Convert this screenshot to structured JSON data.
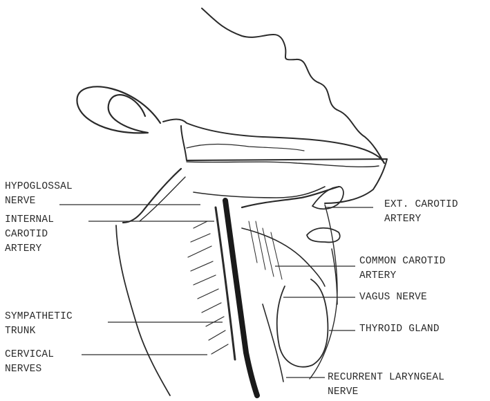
{
  "labels": {
    "hypoglossal": [
      "HYPOGLOSSAL",
      "NERVE"
    ],
    "internal_carotid": [
      "INTERNAL",
      "CAROTID",
      "ARTERY"
    ],
    "sympathetic": [
      "SYMPATHETIC",
      "TRUNK"
    ],
    "cervical": [
      "CERVICAL",
      "NERVES"
    ],
    "ext_carotid": [
      "EXT. CAROTID",
      "ARTERY"
    ],
    "common_carotid": [
      "COMMON CAROTID",
      "ARTERY"
    ],
    "vagus": [
      "VAGUS NERVE"
    ],
    "thyroid": [
      "THYROID GLAND"
    ],
    "recurrent": [
      "RECURRENT LARYNGEAL",
      "NERVE"
    ]
  },
  "colors": {
    "ink": "#2a2a2a",
    "artery": "#3a3a3a",
    "background": "#ffffff"
  }
}
